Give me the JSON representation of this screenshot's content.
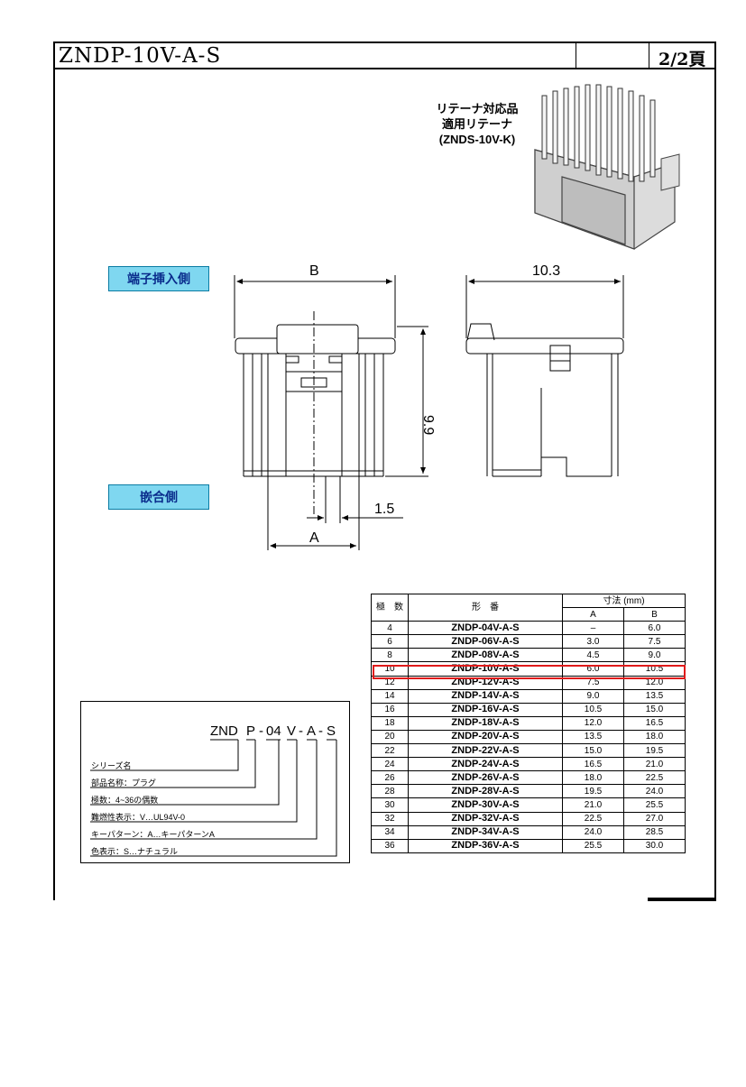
{
  "header": {
    "title": "ZNDP-10V-A-S",
    "page": "2/2頁"
  },
  "retainer_note": {
    "line1": "リテーナ対応品",
    "line2": "適用リテーナ",
    "line3": "(ZNDS-10V-K)"
  },
  "side_labels": {
    "insertion_side": "端子挿入側",
    "mating_side": "嵌合側"
  },
  "dimensions": {
    "b": "B",
    "a": "A",
    "width": "10.3",
    "height": "9.9",
    "pitch": "1.5"
  },
  "table": {
    "header": {
      "poles": "極　数",
      "part": "形　番",
      "dim": "寸法 (mm)",
      "a": "A",
      "b": "B"
    },
    "rows": [
      {
        "poles": "4",
        "part": "ZNDP-04V-A-S",
        "a": "–",
        "b": "6.0"
      },
      {
        "poles": "6",
        "part": "ZNDP-06V-A-S",
        "a": "3.0",
        "b": "7.5"
      },
      {
        "poles": "8",
        "part": "ZNDP-08V-A-S",
        "a": "4.5",
        "b": "9.0"
      },
      {
        "poles": "10",
        "part": "ZNDP-10V-A-S",
        "a": "6.0",
        "b": "10.5"
      },
      {
        "poles": "12",
        "part": "ZNDP-12V-A-S",
        "a": "7.5",
        "b": "12.0"
      },
      {
        "poles": "14",
        "part": "ZNDP-14V-A-S",
        "a": "9.0",
        "b": "13.5"
      },
      {
        "poles": "16",
        "part": "ZNDP-16V-A-S",
        "a": "10.5",
        "b": "15.0"
      },
      {
        "poles": "18",
        "part": "ZNDP-18V-A-S",
        "a": "12.0",
        "b": "16.5"
      },
      {
        "poles": "20",
        "part": "ZNDP-20V-A-S",
        "a": "13.5",
        "b": "18.0"
      },
      {
        "poles": "22",
        "part": "ZNDP-22V-A-S",
        "a": "15.0",
        "b": "19.5"
      },
      {
        "poles": "24",
        "part": "ZNDP-24V-A-S",
        "a": "16.5",
        "b": "21.0"
      },
      {
        "poles": "26",
        "part": "ZNDP-26V-A-S",
        "a": "18.0",
        "b": "22.5"
      },
      {
        "poles": "28",
        "part": "ZNDP-28V-A-S",
        "a": "19.5",
        "b": "24.0"
      },
      {
        "poles": "30",
        "part": "ZNDP-30V-A-S",
        "a": "21.0",
        "b": "25.5"
      },
      {
        "poles": "32",
        "part": "ZNDP-32V-A-S",
        "a": "22.5",
        "b": "27.0"
      },
      {
        "poles": "34",
        "part": "ZNDP-34V-A-S",
        "a": "24.0",
        "b": "28.5"
      },
      {
        "poles": "36",
        "part": "ZNDP-36V-A-S",
        "a": "25.5",
        "b": "30.0"
      }
    ],
    "highlight_color": "#e01a1a"
  },
  "code": {
    "zn": "ZND",
    "p": "P",
    "dash1": "-",
    "n04": "04",
    "v": "V",
    "dash2": "-",
    "a": "A",
    "dash3": "-",
    "s": "S",
    "legend": [
      "シリーズ名",
      "部品名称：プラグ",
      "極数：4~36の偶数",
      "難燃性表示：V…UL94V-0",
      "キーパターン：A…キーパターンA",
      "色表示：S…ナチュラル"
    ]
  },
  "colors": {
    "tag_bg": "#7fd7f0",
    "tag_text": "#0a2c8c"
  }
}
